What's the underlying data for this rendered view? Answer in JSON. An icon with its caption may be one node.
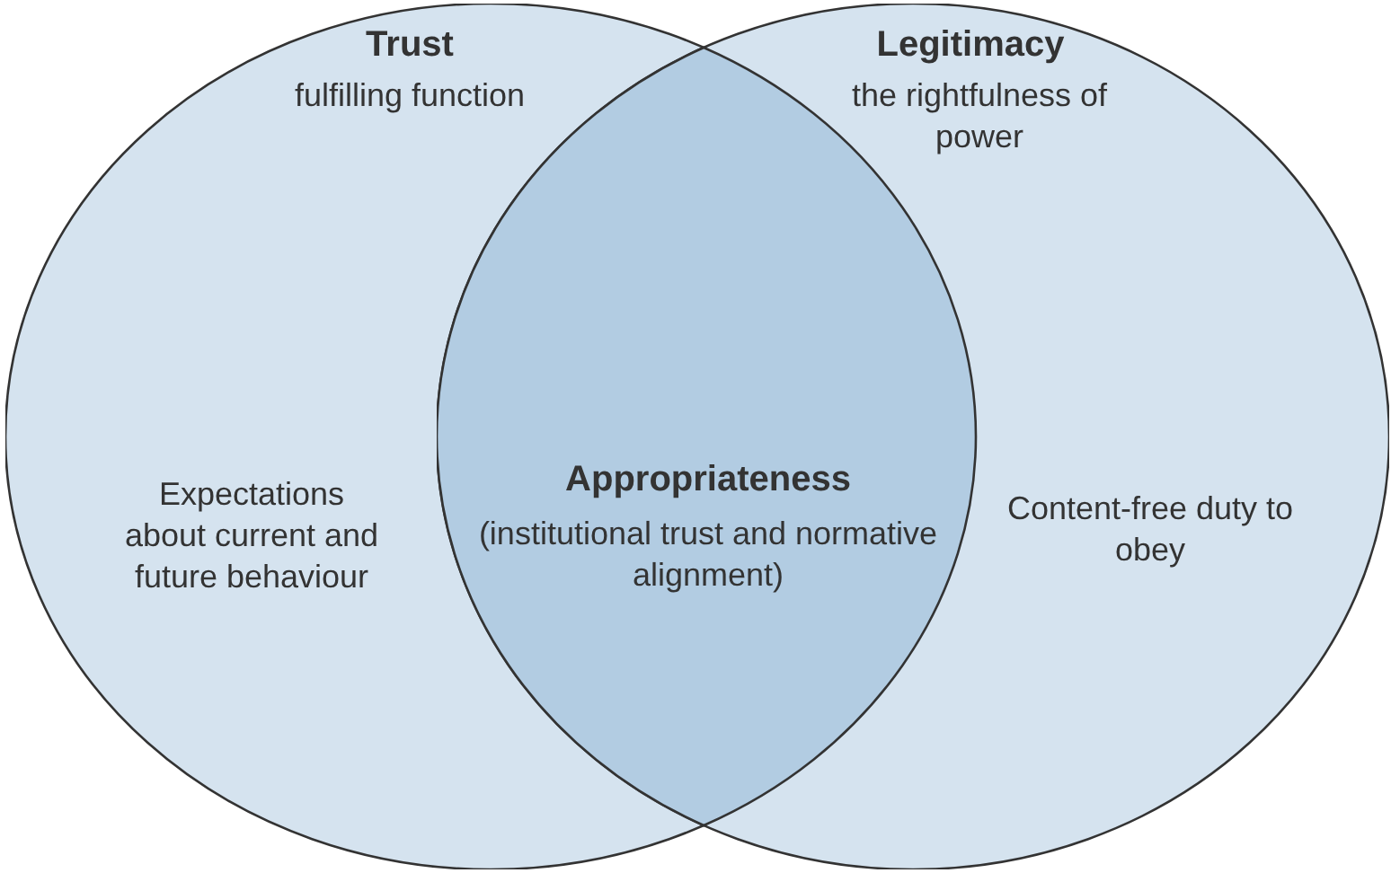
{
  "diagram": {
    "nodes": [
      {
        "text": [
          "Trust",
          "fulfilling function",
          "Expectations about current and future behaviour"
        ]
      },
      {
        "text": [
          "Legitimacy",
          "the rightfulness of power",
          "Content-free duty to obey"
        ]
      },
      {
        "text": [
          "Appropriateness",
          "(institutional trust and normative alignment)"
        ]
      }
    ],
    "edges": []
  }
}
